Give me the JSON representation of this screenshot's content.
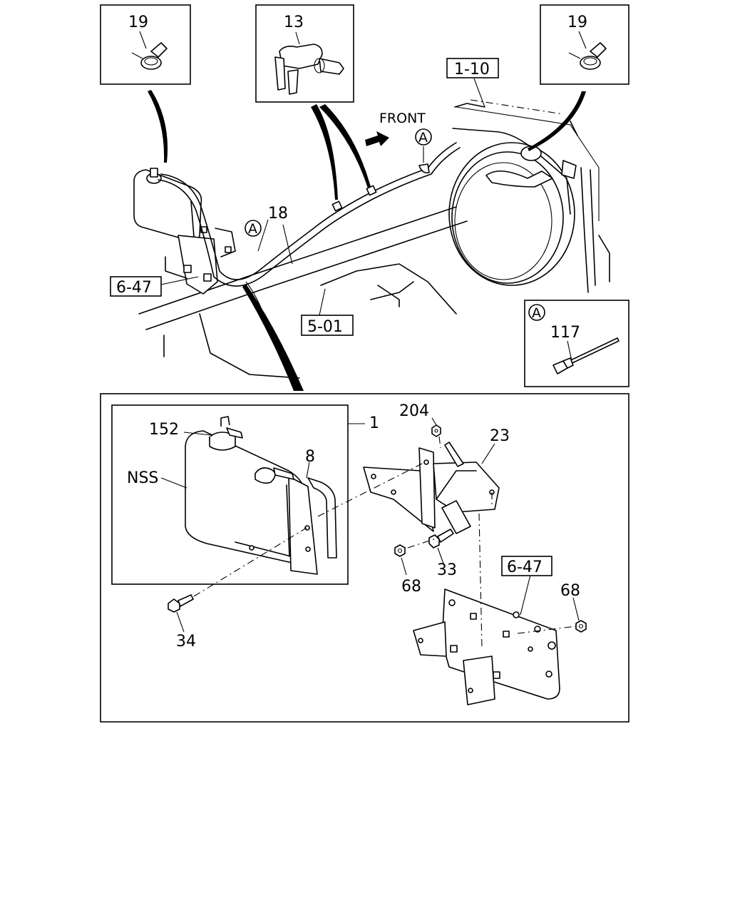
{
  "callouts": {
    "c19_left": "19",
    "c13": "13",
    "c19_right": "19",
    "c1_10": "1-10",
    "front": "FRONT",
    "circleA_top": "A",
    "circleA_left": "A",
    "c18": "18",
    "c6_47_top": "6-47",
    "c5_01": "5-01",
    "circleA_inset": "A",
    "c117": "117",
    "c204": "204",
    "c23": "23",
    "c152": "152",
    "c1": "1",
    "c8": "8",
    "nss": "NSS",
    "c68_left": "68",
    "c33": "33",
    "c6_47_bottom": "6-47",
    "c68_right": "68",
    "c34": "34"
  },
  "icons": [
    "hose-clamp-icon",
    "hose-clip-icon",
    "cable-tie-icon",
    "front-arrow-icon"
  ]
}
